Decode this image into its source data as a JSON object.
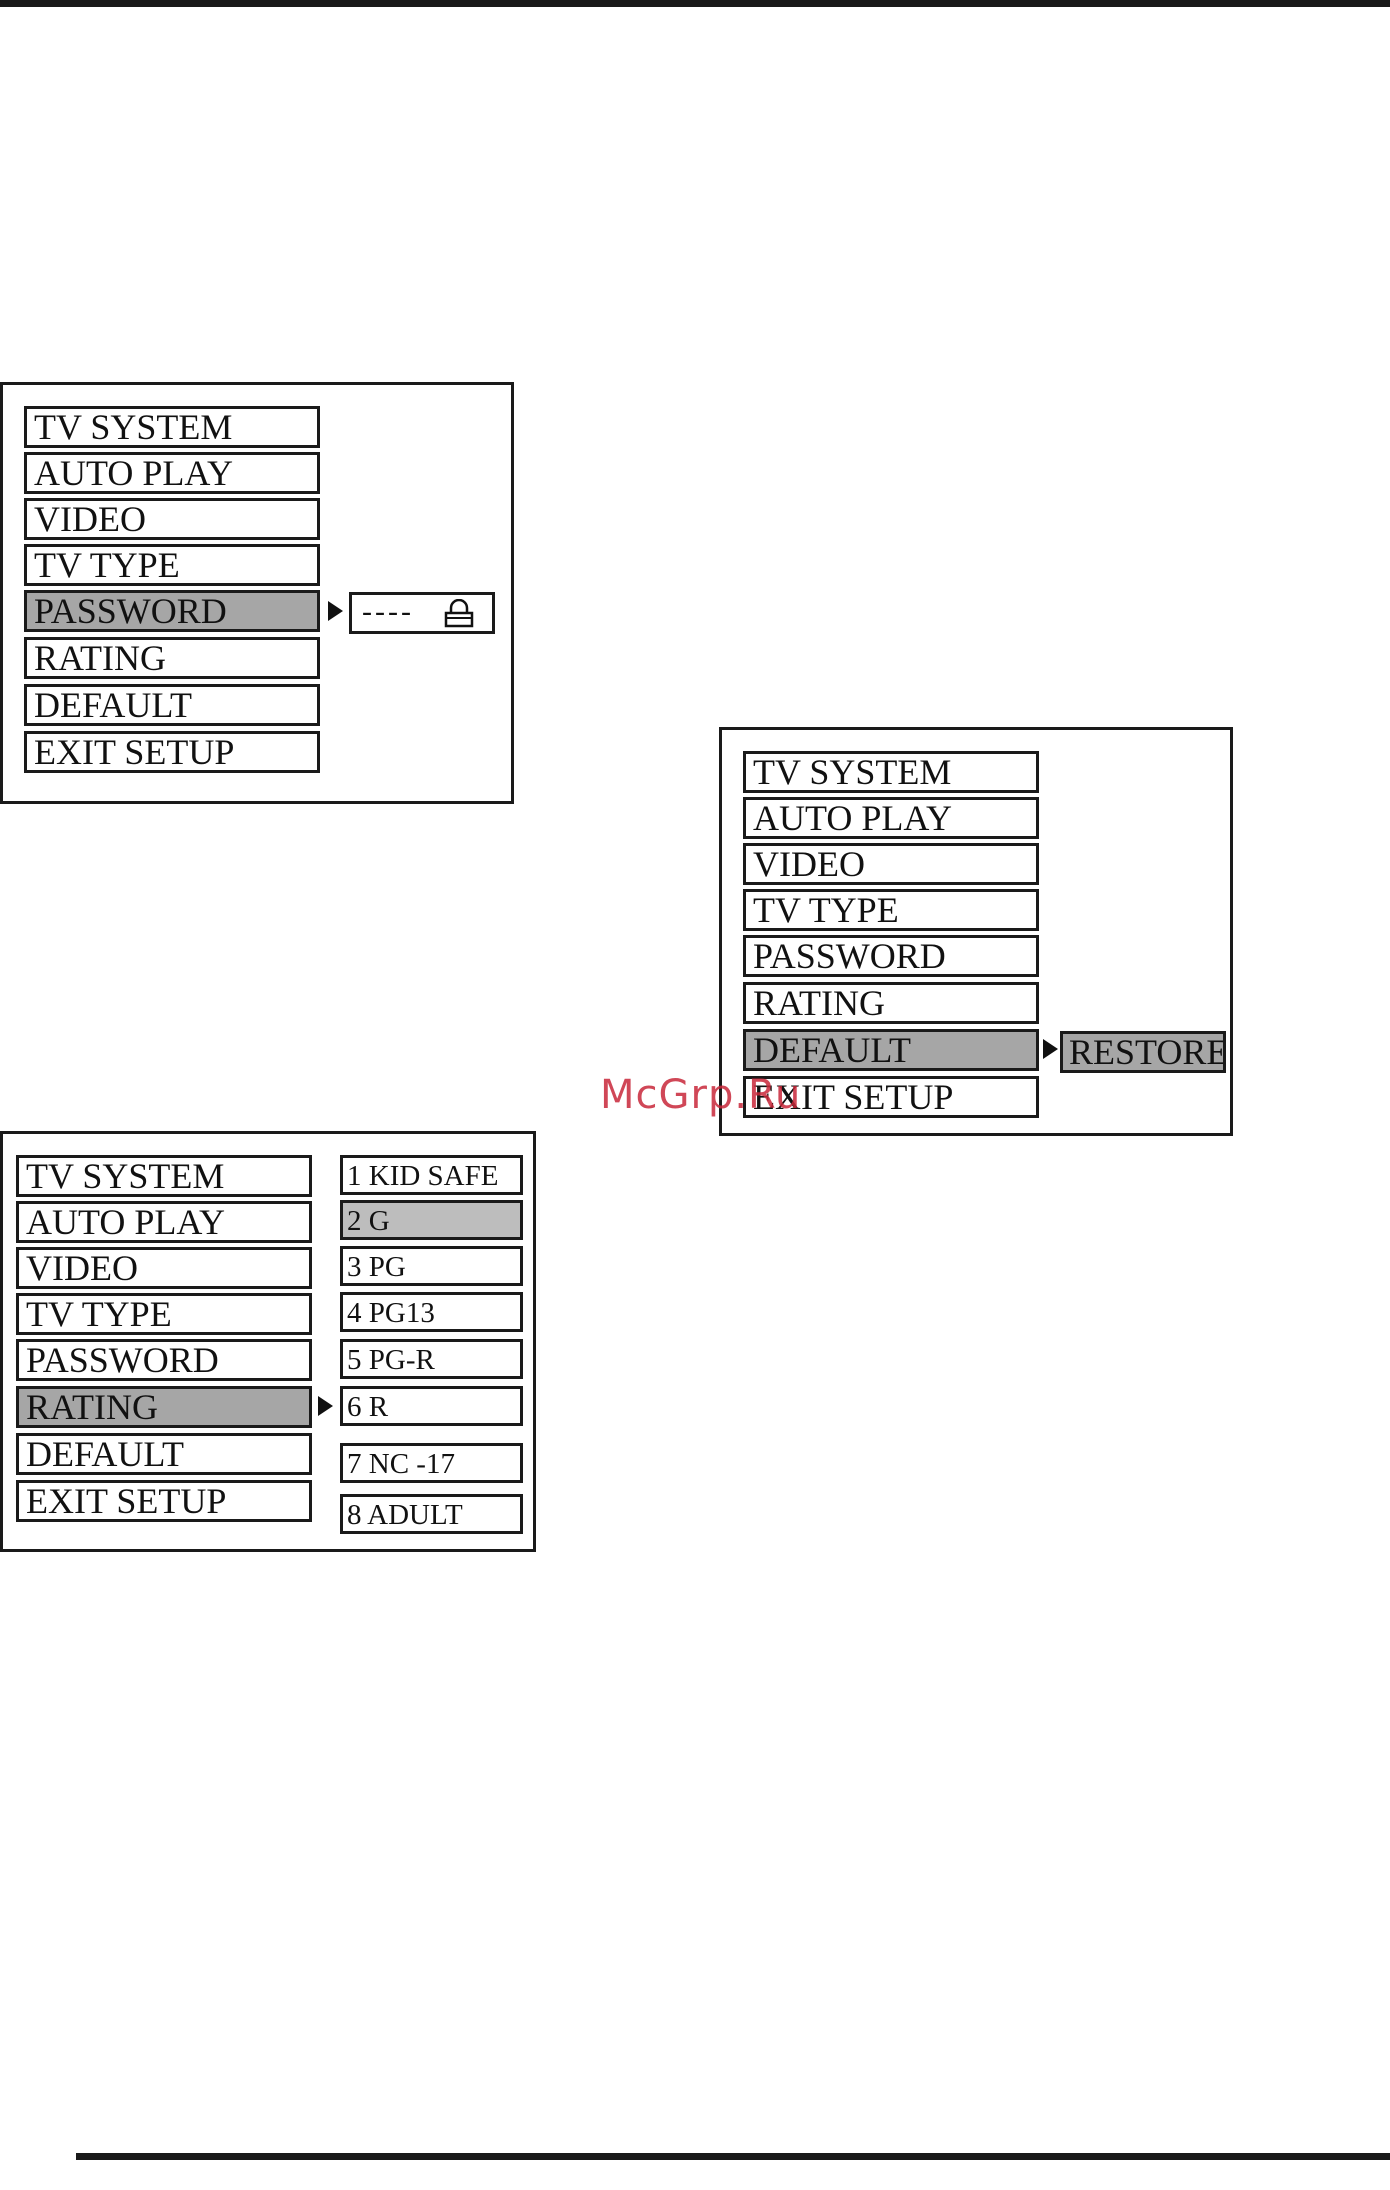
{
  "menu_items": [
    "TV SYSTEM",
    "AUTO PLAY",
    "VIDEO",
    "TV TYPE",
    "PASSWORD",
    "RATING",
    "DEFAULT",
    "EXIT SETUP"
  ],
  "password_panel": {
    "selected": "PASSWORD",
    "password_value": "----",
    "lock_icon": "lock-icon"
  },
  "default_panel": {
    "selected": "DEFAULT",
    "submenu_option": "RESTORE"
  },
  "rating_panel": {
    "selected": "RATING",
    "options": [
      "1 KID SAFE",
      "2 G",
      "3 PG",
      "4 PG13",
      "5 PG-R",
      "6 R",
      "7 NC -17",
      "8 ADULT"
    ],
    "highlighted_option": "2 G"
  },
  "watermark": "McGrp.Ru",
  "colors": {
    "highlight": "#a6a6a6",
    "highlight_light": "#bdbdbd",
    "border": "#1a1a1a",
    "watermark": "#c8283a"
  }
}
